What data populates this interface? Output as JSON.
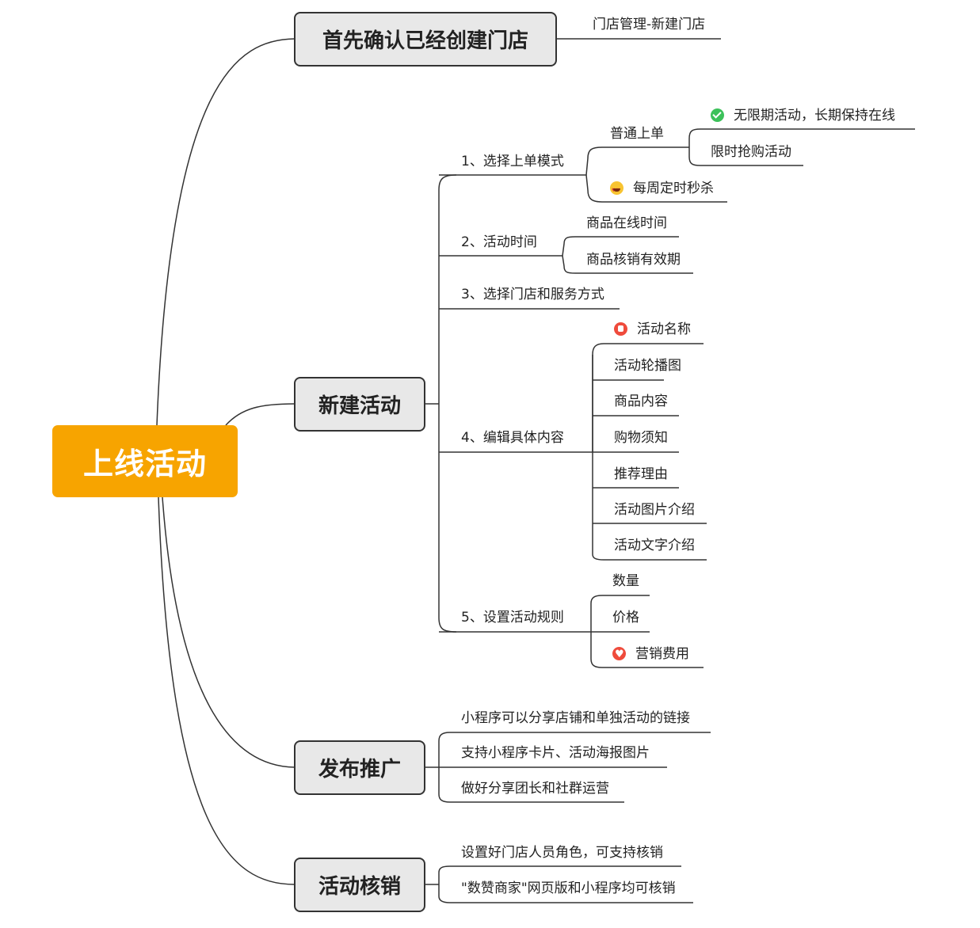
{
  "root": "上线活动",
  "branches": {
    "store": {
      "title": "首先确认已经创建门店",
      "items": [
        "门店管理-新建门店"
      ]
    },
    "create": {
      "title": "新建活动",
      "steps": {
        "mode": {
          "label": "1、选择上单模式",
          "normal": "普通上单",
          "normal_items": [
            "无限期活动，长期保持在线",
            "限时抢购活动"
          ],
          "flash": "每周定时秒杀"
        },
        "time": {
          "label": "2、活动时间",
          "items": [
            "商品在线时间",
            "商品核销有效期"
          ]
        },
        "store_service": {
          "label": "3、选择门店和服务方式"
        },
        "content": {
          "label": "4、编辑具体内容",
          "items": [
            "活动名称",
            "活动轮播图",
            "商品内容",
            "购物须知",
            "推荐理由",
            "活动图片介绍",
            "活动文字介绍"
          ]
        },
        "rules": {
          "label": "5、设置活动规则",
          "items": [
            "数量",
            "价格",
            "营销费用"
          ]
        }
      }
    },
    "promote": {
      "title": "发布推广",
      "items": [
        "小程序可以分享店铺和单独活动的链接",
        "支持小程序卡片、活动海报图片",
        "做好分享团长和社群运营"
      ]
    },
    "verify": {
      "title": "活动核销",
      "items": [
        "设置好门店人员角色，可支持核销",
        "\"数赞商家\"网页版和小程序均可核销"
      ]
    }
  },
  "icons": {
    "check": "check-circle-icon",
    "smile": "heart-eyes-emoji-icon",
    "thumb": "thumbs-up-icon",
    "heart": "heart-icon"
  },
  "colors": {
    "root_fill": "#f7a400",
    "main_fill": "#e8e8e8",
    "line": "#333333"
  }
}
